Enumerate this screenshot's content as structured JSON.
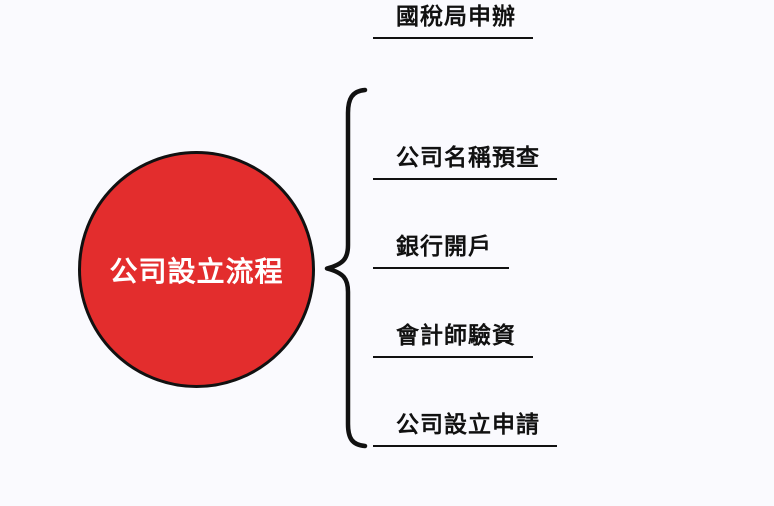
{
  "canvas": {
    "background": "#fafafe",
    "ink": "#111111"
  },
  "root_node": {
    "label": "公司設立流程",
    "fill": "#e32d2d",
    "border": "#111111",
    "text_color": "#ffffff"
  },
  "connector": {
    "type": "left-curly-brace",
    "color": "#111111"
  },
  "branches": [
    {
      "label": "公司名稱預查"
    },
    {
      "label": "銀行開戶"
    },
    {
      "label": "會計師驗資"
    },
    {
      "label": "公司設立申請"
    },
    {
      "label": "國稅局申辦"
    }
  ]
}
